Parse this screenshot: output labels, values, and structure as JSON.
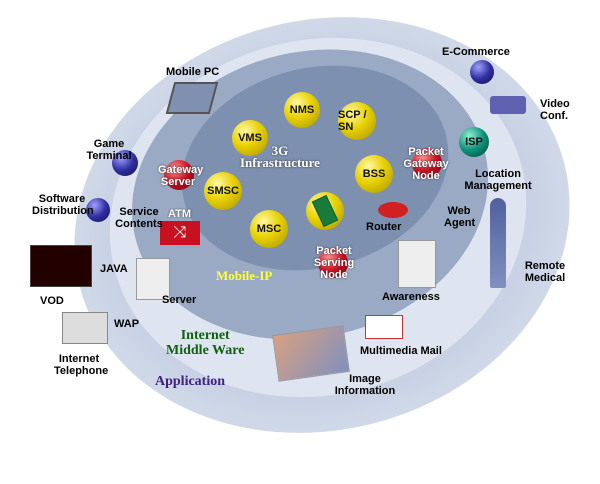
{
  "core": {
    "title_line1": "3G",
    "title_line2": "Infrastructure",
    "nodes": [
      "NMS",
      "SCP / SN",
      "VMS",
      "BSS",
      "SMSC",
      "MSC"
    ]
  },
  "mobile_ip": {
    "label": "Mobile-IP",
    "items": [
      "Gateway Server",
      "ATM",
      "Router",
      "Packet Gateway Node",
      "Packet Serving Node"
    ]
  },
  "middleware": {
    "label_line1": "Internet",
    "label_line2": "Middle Ware",
    "items": [
      "Service Contents",
      "Server",
      "Awareness",
      "ISP",
      "Location Management",
      "Web Agent",
      "Multimedia Mail"
    ]
  },
  "application": {
    "label": "Application",
    "items": [
      "Mobile PC",
      "Game Terminal",
      "Software Distribution",
      "JAVA",
      "VOD",
      "WAP",
      "Internet Telephone",
      "E-Commerce",
      "Video Conf.",
      "Remote Medical",
      "Image Information"
    ]
  }
}
